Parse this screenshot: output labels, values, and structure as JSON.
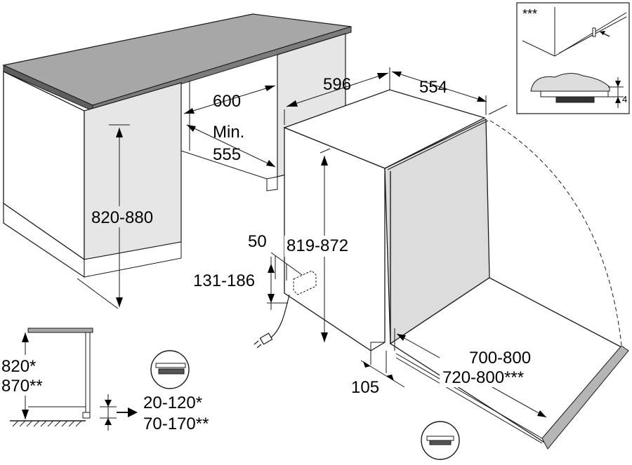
{
  "dimensions": {
    "niche_width": "600",
    "niche_depth_min_line1": "Min.",
    "niche_depth_min_line2": "555",
    "niche_height": "820-880",
    "appliance_width": "596",
    "appliance_depth": "554",
    "appliance_height": "819-872",
    "connector_offset": "50",
    "connector_height": "131-186",
    "plinth_depth": "105",
    "door_line1": "700-800",
    "door_line2": "720-800***",
    "detail_height_line1": "820*",
    "detail_height_line2": "870**",
    "plinth_range_line1": "20-120*",
    "plinth_range_line2": "70-170**",
    "inset_marker": "***",
    "inset_gap": "4"
  },
  "colors": {
    "worktop_top": "#a7a7a7",
    "worktop_front": "#606060",
    "cabinet_side": "#e6e6e6",
    "door_panel": "#dcdcdc",
    "line": "#1a1a1a"
  }
}
